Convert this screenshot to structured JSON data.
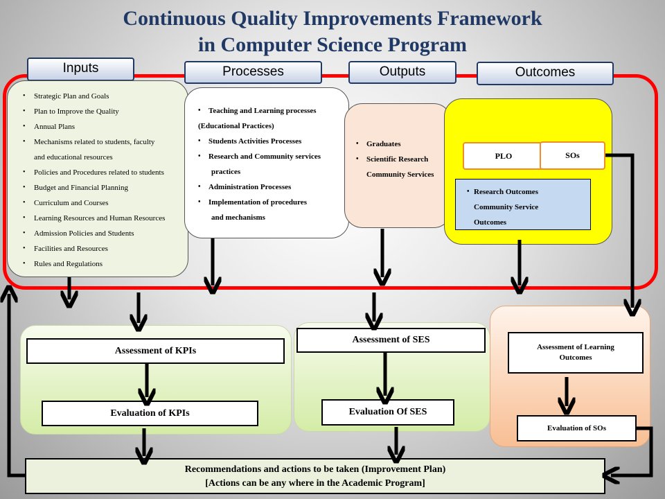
{
  "title": {
    "line1": "Continuous Quality Improvements Framework",
    "line2": "in Computer Science Program"
  },
  "headers": {
    "inputs": "Inputs",
    "processes": "Processes",
    "outputs": "Outputs",
    "outcomes": "Outcomes"
  },
  "inputs": {
    "items": [
      "Strategic Plan and Goals",
      "Plan to Improve the Quality",
      "Annual Plans",
      "Mechanisms related to students, faculty",
      "and educational resources",
      "Policies and Procedures related to students",
      "Budget and Financial Planning",
      "Curriculum and Courses",
      "Learning Resources and Human Resources",
      "Admission Policies and Students",
      "Facilities and Resources",
      "Rules and Regulations"
    ]
  },
  "processes": {
    "items": [
      "Teaching and Learning processes",
      "(Educational Practices)",
      "Students Activities Processes",
      "Research and Community services",
      "practices",
      "Administration Processes",
      "Implementation of procedures",
      "and mechanisms"
    ]
  },
  "outputs": {
    "items": [
      "Graduates",
      "Scientific Research",
      "Community Services"
    ]
  },
  "outcomes": {
    "plo": "PLO",
    "sos": "SOs",
    "items": [
      "Research Outcomes",
      "Community Service",
      "Outcomes"
    ]
  },
  "assessment": {
    "kpi_assess": "Assessment of KPIs",
    "kpi_eval": "Evaluation of KPIs",
    "ses_assess": "Assessment of SES",
    "ses_eval": "Evaluation Of SES",
    "lo_assess_1": "Assessment of Learning",
    "lo_assess_2": "Outcomes",
    "sos_eval": "Evaluation of SOs"
  },
  "recommendations": {
    "line1": "Recommendations and actions to be taken (Improvement Plan)",
    "line2": "[Actions can be any where in the Academic Program]"
  },
  "colors": {
    "title": "#1f3864",
    "frame": "#ff0000",
    "outcomes_fill": "#ffff00",
    "outputs_fill": "#fbe5d6",
    "inputs_fill": "#eef3e2",
    "green_panel": "#dff1b9",
    "orange_panel": "#fac9a4",
    "research_box": "#c5d9f1",
    "recommend_fill": "#ebf1dd"
  }
}
